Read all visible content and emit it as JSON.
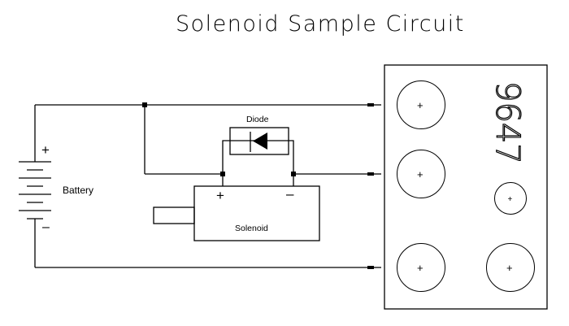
{
  "title": "Solenoid Sample Circuit",
  "battery": {
    "label": "Battery",
    "plus": "+",
    "minus": "–"
  },
  "diode": {
    "label": "Diode"
  },
  "solenoid": {
    "label": "Solenoid",
    "plus": "+",
    "minus": "–"
  },
  "connector": {
    "part_number": "9647",
    "pin_marker": "+",
    "pins": [
      {
        "id": "top-left",
        "wired": true
      },
      {
        "id": "middle-left",
        "wired": true
      },
      {
        "id": "middle-right-small",
        "wired": false
      },
      {
        "id": "bottom-left",
        "wired": true
      },
      {
        "id": "bottom-right",
        "wired": false
      }
    ]
  },
  "colors": {
    "line": "#000000",
    "background": "#ffffff"
  }
}
